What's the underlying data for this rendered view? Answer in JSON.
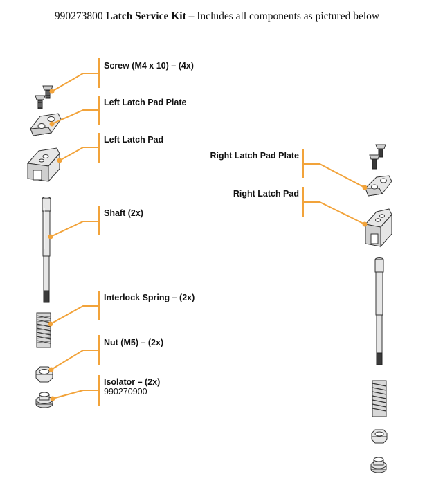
{
  "title": {
    "part_number": "990273800",
    "name": "Latch Service Kit",
    "rest": " – Includes all components as pictured below"
  },
  "labels": {
    "screw": "Screw (M4 x 10) – (4x)",
    "left_plate": "Left Latch Pad Plate",
    "left_pad": "Left Latch Pad",
    "shaft": "Shaft (2x)",
    "spring": "Interlock Spring – (2x)",
    "nut": "Nut (M5) – (2x)",
    "isolator": "Isolator – (2x)",
    "isolator_pn": "990270900",
    "right_plate": "Right Latch Pad Plate",
    "right_pad": "Right Latch Pad"
  },
  "colors": {
    "leader": "#f2a33a",
    "part_fill": "#e6e6e6",
    "part_outline": "#333333"
  },
  "icons": [
    "screw-icon",
    "latch-pad-plate-icon",
    "latch-pad-icon",
    "shaft-icon",
    "spring-icon",
    "nut-icon",
    "isolator-icon"
  ]
}
